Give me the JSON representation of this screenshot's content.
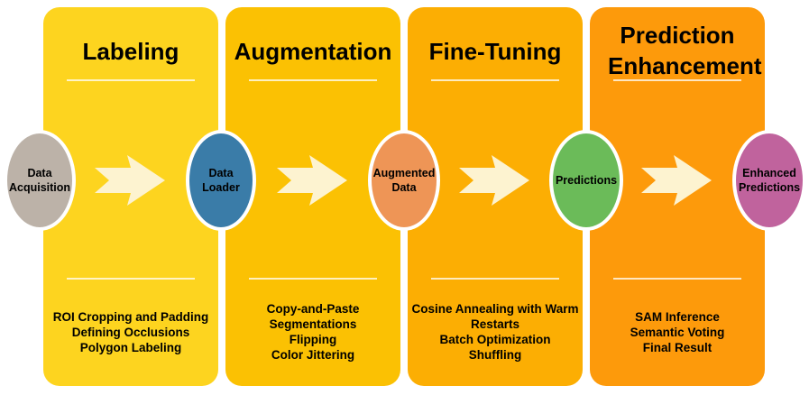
{
  "stages": [
    {
      "title": "Labeling",
      "items": [
        "ROI Cropping and Padding",
        "Defining Occlusions",
        "Polygon Labeling"
      ],
      "color": "#FDD41F"
    },
    {
      "title": "Augmentation",
      "items": [
        "Copy-and-Paste Segmentations",
        "Flipping",
        "Color Jittering"
      ],
      "color": "#FBC103"
    },
    {
      "title": "Fine-Tuning",
      "items": [
        "Cosine Annealing with Warm Restarts",
        "Batch Optimization",
        "Shuffling"
      ],
      "color": "#FCAE03"
    },
    {
      "title": "Prediction Enhancement",
      "items": [
        "SAM Inference",
        "Semantic Voting",
        "Final Result"
      ],
      "color": "#FD9A0B"
    }
  ],
  "nodes": [
    {
      "label": "Data Acquisition",
      "color": "#BCB2A8"
    },
    {
      "label": "Data Loader",
      "color": "#3A7CA8"
    },
    {
      "label": "Augmented Data",
      "color": "#EE9556"
    },
    {
      "label": "Predictions",
      "color": "#6BBB59"
    },
    {
      "label": "Enhanced Predictions",
      "color": "#C0639D"
    }
  ],
  "arrow_color": "#FDF3D0"
}
